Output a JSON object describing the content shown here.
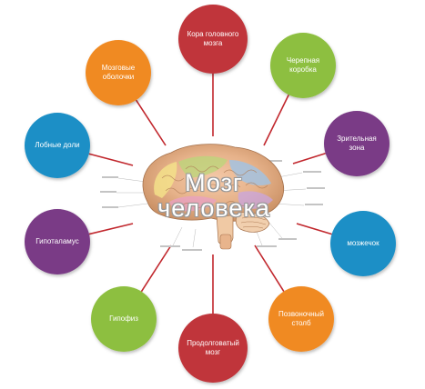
{
  "diagram": {
    "center": {
      "title_line1": "Мозг",
      "title_line2": "человека"
    },
    "nodes": [
      {
        "id": "kora",
        "label": "Кора головного мозга",
        "color": "#c0353a"
      },
      {
        "id": "cherepnaya",
        "label": "Черепная коробка",
        "color": "#8dbf3f"
      },
      {
        "id": "zritelnaya",
        "label": "Зрительная зона",
        "color": "#7a3b86"
      },
      {
        "id": "mozzhechok",
        "label": "мозжечок",
        "color": "#1b8fc6"
      },
      {
        "id": "pozvonochny",
        "label": "Позвоночный столб",
        "color": "#f08a24"
      },
      {
        "id": "prodolgovaty",
        "label": "Продолговатый мозг",
        "color": "#c0353a"
      },
      {
        "id": "gipofiz",
        "label": "Гипофиз",
        "color": "#8dbf3f"
      },
      {
        "id": "gipotalamus",
        "label": "Гипоталамус",
        "color": "#7a3b86"
      },
      {
        "id": "lobnye",
        "label": "Лобные доли",
        "color": "#1b8fc6"
      },
      {
        "id": "mozgovye",
        "label": "Мозговые оболочки",
        "color": "#f08a24"
      }
    ],
    "connector_color": "#c1272d"
  }
}
